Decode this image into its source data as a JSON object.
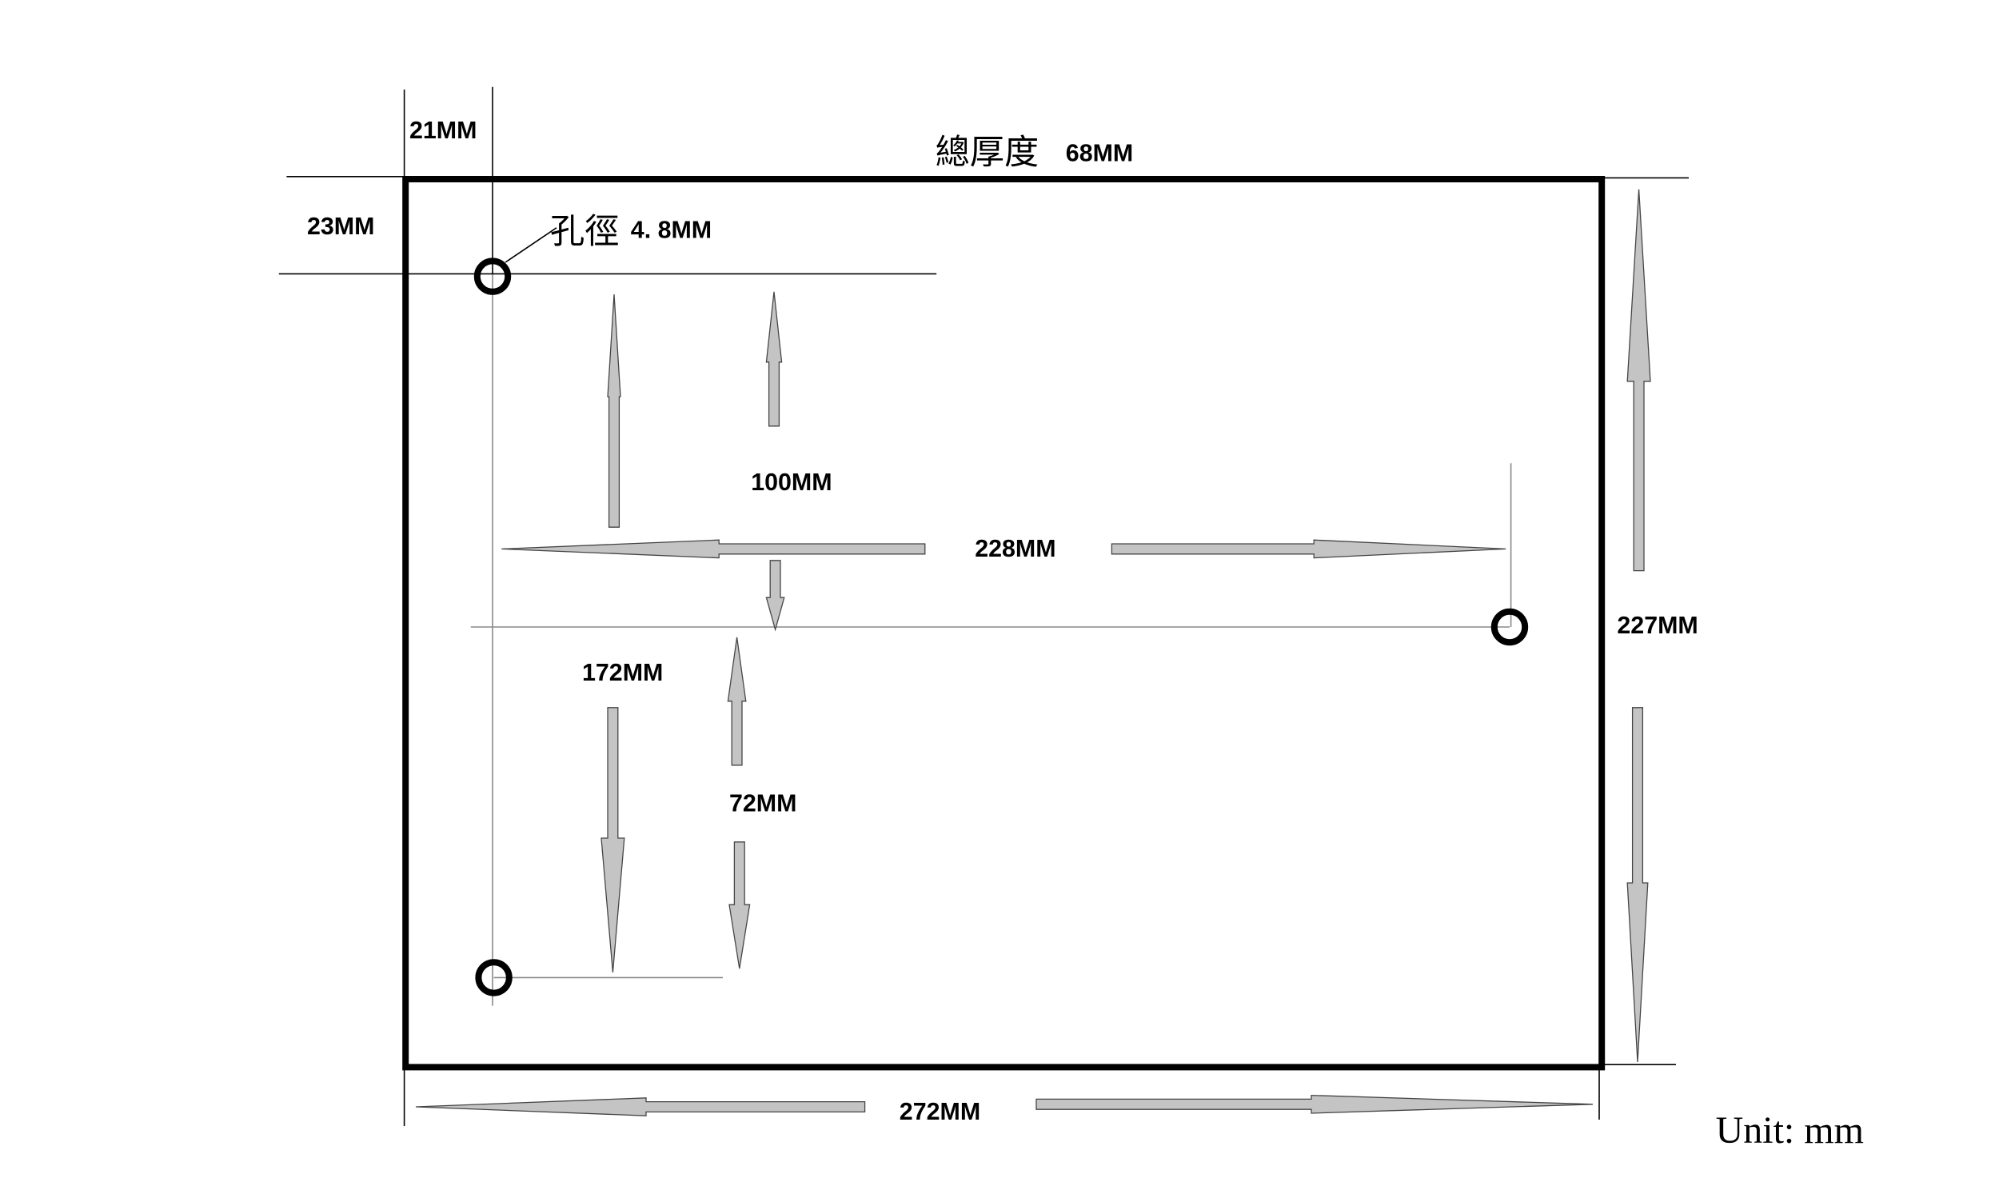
{
  "drawing": {
    "thickness_label_cjk": "總厚度",
    "thickness_value": "68MM",
    "hole_diameter_label_cjk": "孔徑",
    "hole_diameter_value": "4. 8MM",
    "dims": {
      "top_offset_x": "21MM",
      "top_offset_y": "23MM",
      "hole_vertical_upper": "100MM",
      "hole_horizontal": "228MM",
      "hole_vertical_total": "172MM",
      "hole_vertical_lower": "72MM",
      "height": "227MM",
      "width": "272MM"
    },
    "unit_note": "Unit: mm"
  }
}
